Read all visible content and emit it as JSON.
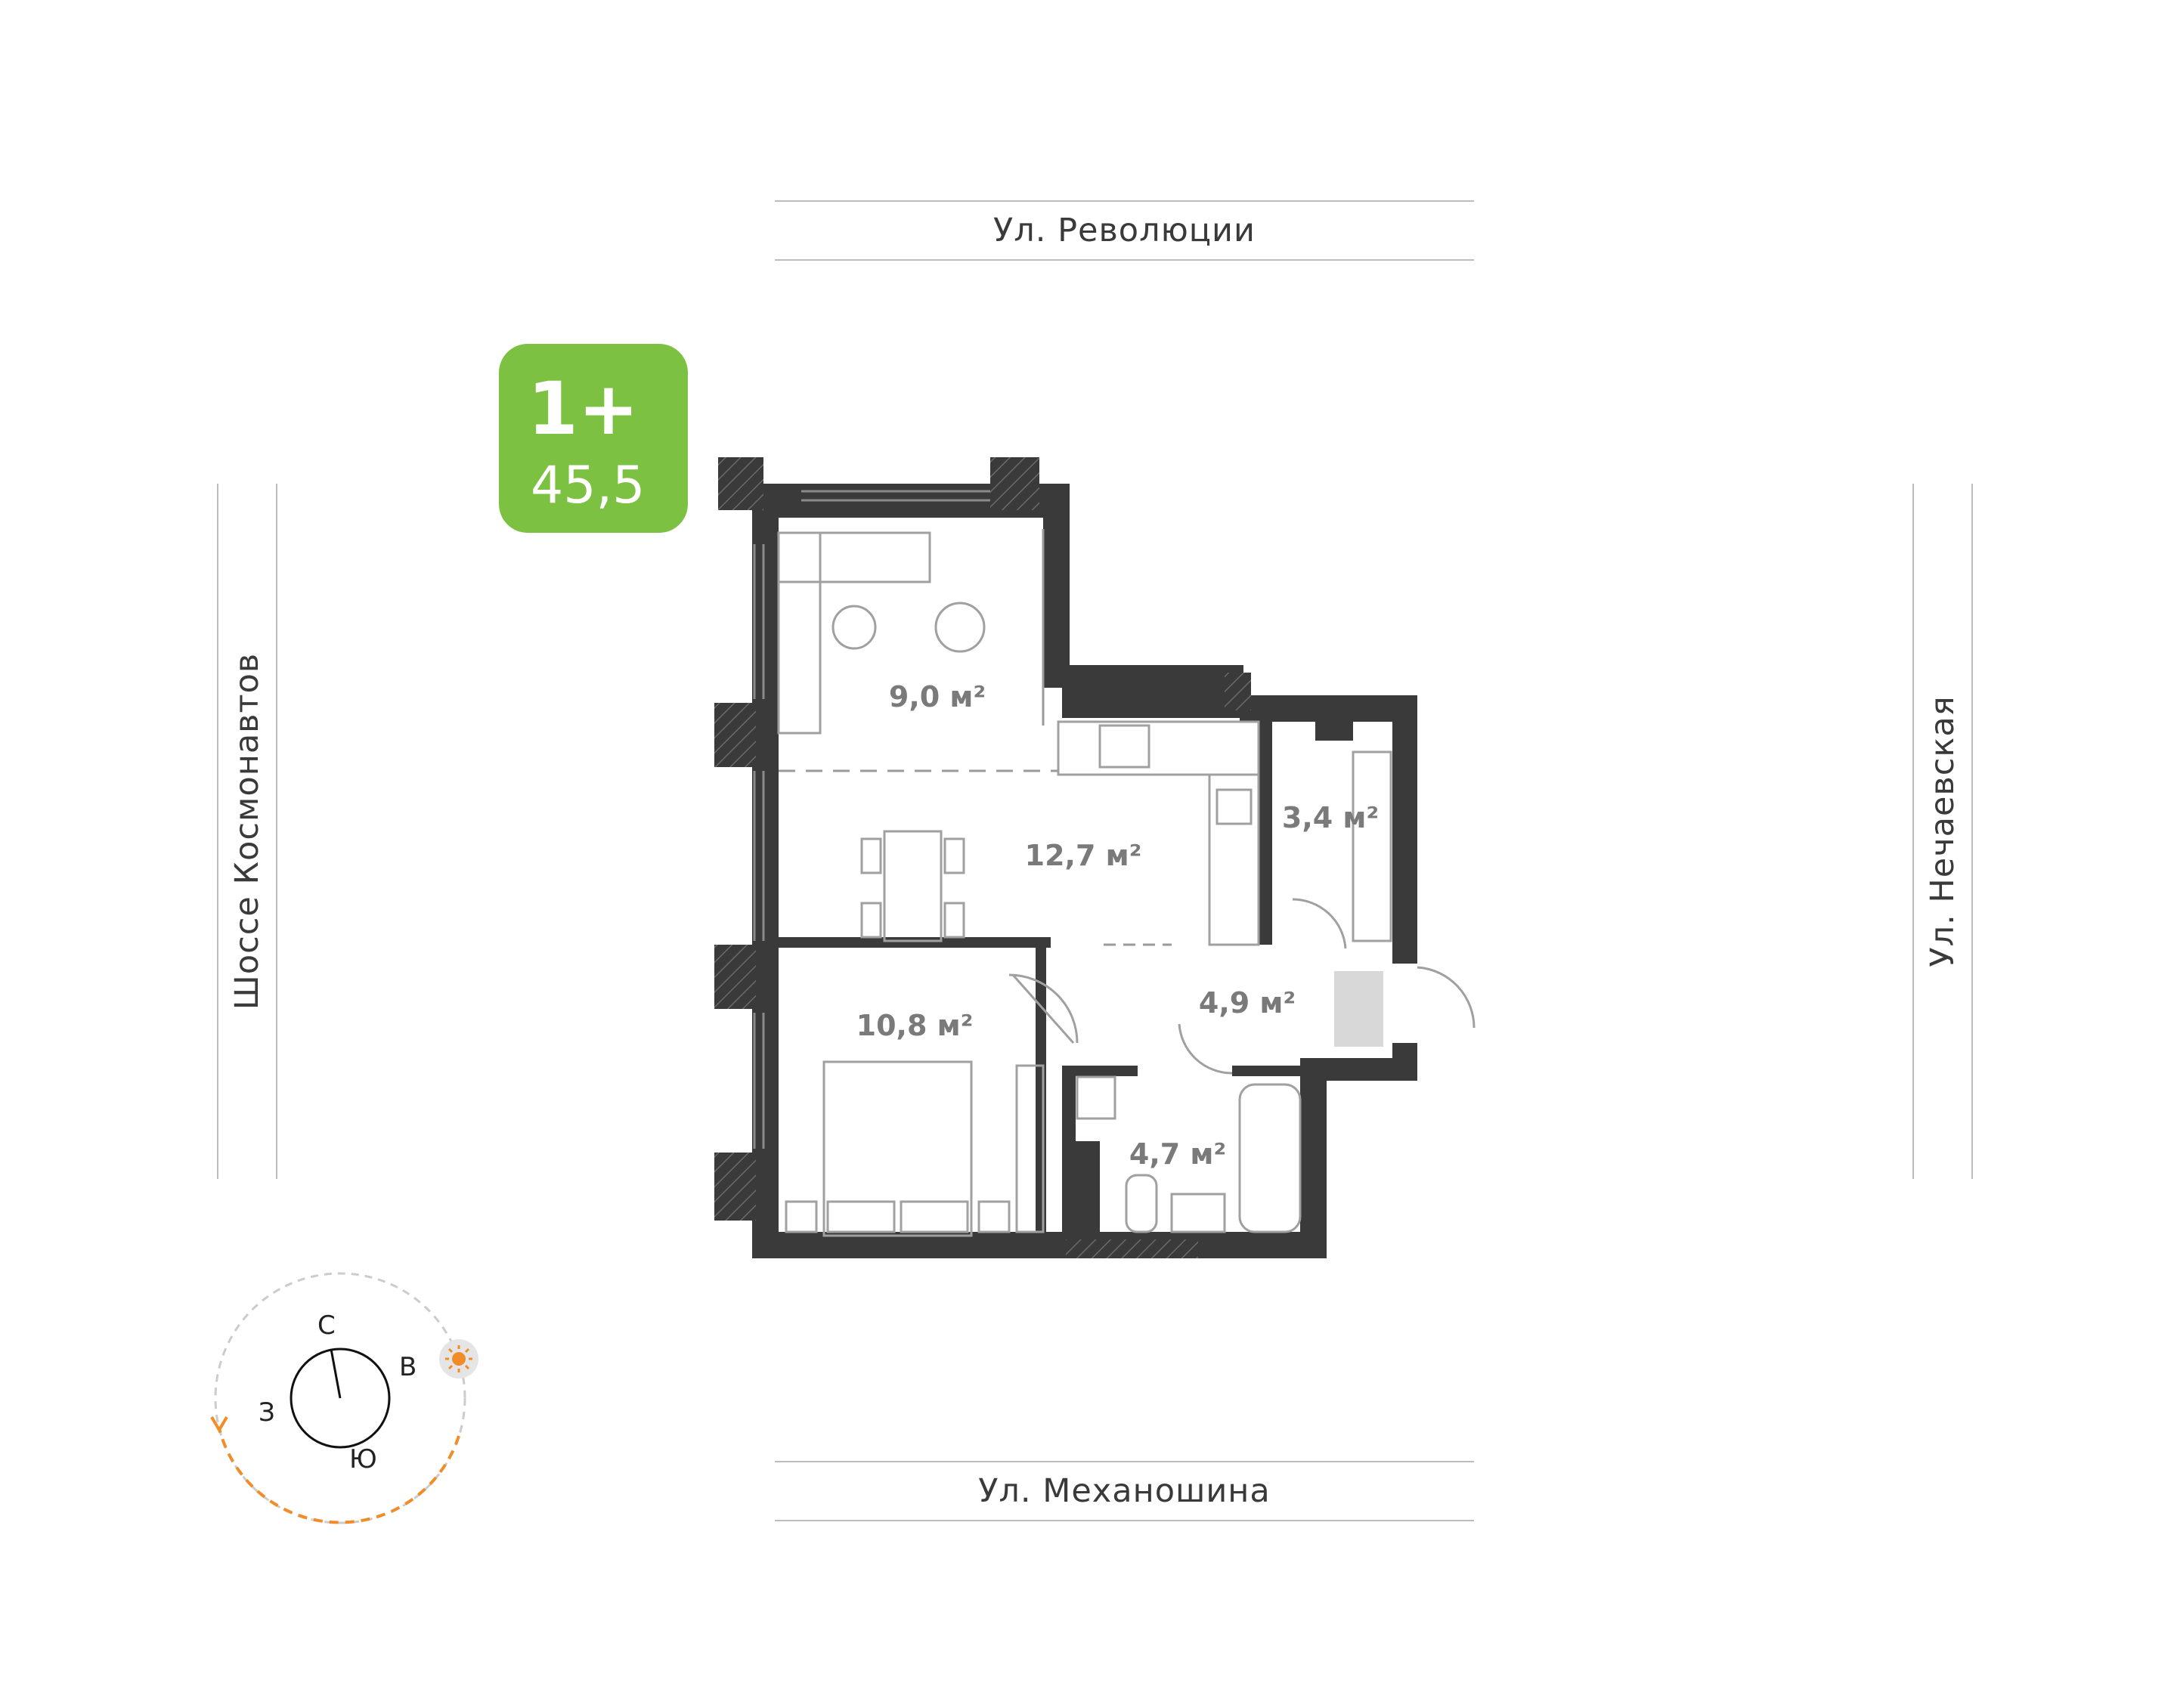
{
  "streets": {
    "top": "Ул. Революции",
    "bottom": "Ул. Механошина",
    "left": "Шоссе Космонавтов",
    "right": "Ул. Нечаевская"
  },
  "badge": {
    "rooms": "1+",
    "area": "45,5",
    "color": "#7dc142"
  },
  "rooms": {
    "living": "9,0 м²",
    "kitchen": "12,7 м²",
    "storage": "3,4 м²",
    "bedroom": "10,8 м²",
    "hall": "4,9 м²",
    "bathroom": "4,7 м²"
  },
  "compass": {
    "north": "С",
    "east": "В",
    "south": "Ю",
    "west": "З",
    "sun_icon": "sun-icon",
    "path_color": "#f28c28"
  },
  "colors": {
    "wall": "#3a3a3a",
    "furniture": "#9a9a9a",
    "label": "#7a7a7a"
  }
}
